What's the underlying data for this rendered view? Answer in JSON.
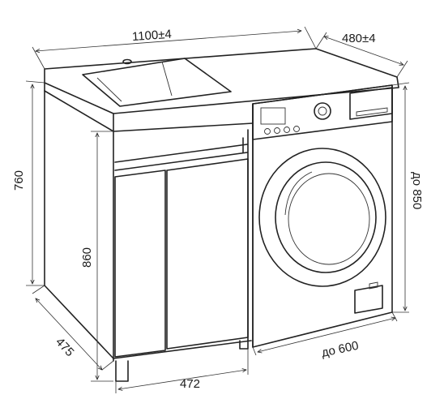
{
  "dimensions": {
    "top_width": "1100±4",
    "top_depth": "480±4",
    "height_left": "760",
    "height_mid": "860",
    "depth_bottom": "475",
    "width_bottom": "472",
    "machine_height": "до 850",
    "machine_width": "до 600"
  },
  "colors": {
    "line": "#222222",
    "background": "#ffffff"
  }
}
